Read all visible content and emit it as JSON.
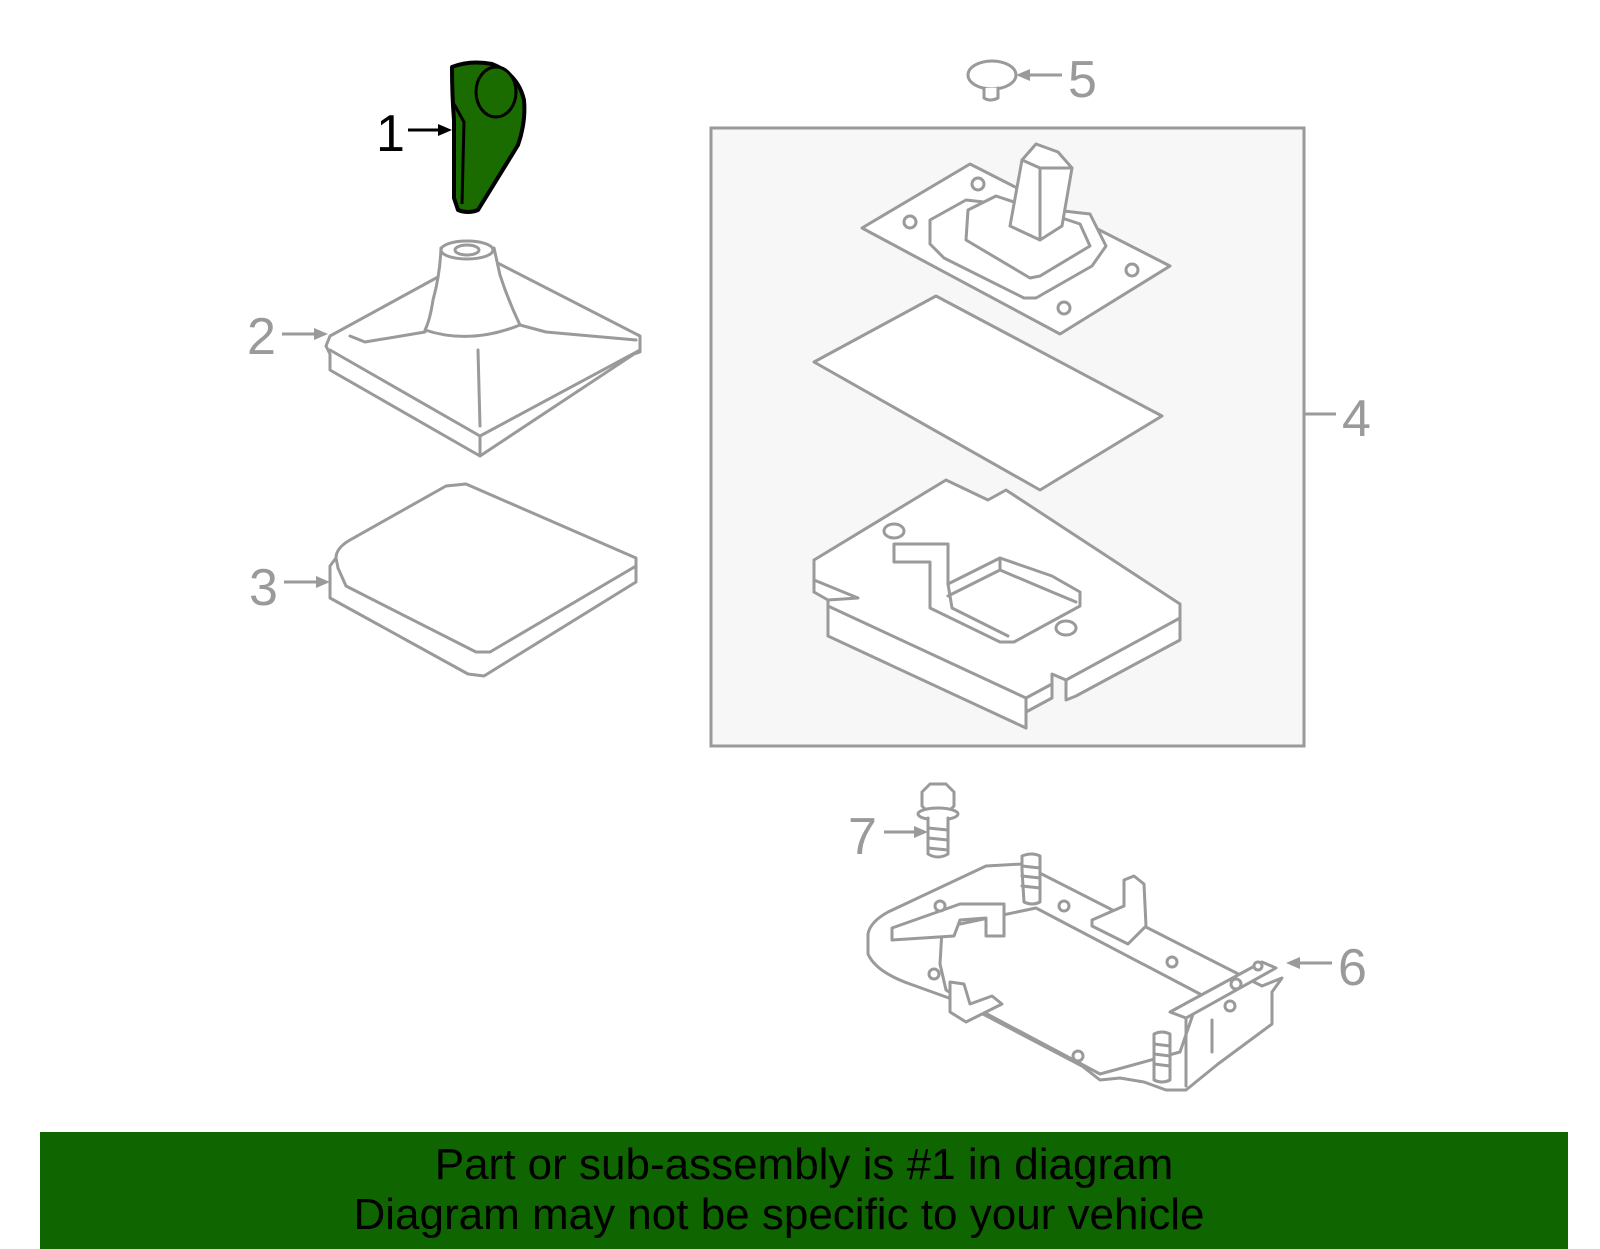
{
  "callouts": [
    {
      "id": 1,
      "label": "1"
    },
    {
      "id": 2,
      "label": "2"
    },
    {
      "id": 3,
      "label": "3"
    },
    {
      "id": 4,
      "label": "4"
    },
    {
      "id": 5,
      "label": "5"
    },
    {
      "id": 6,
      "label": "6"
    },
    {
      "id": 7,
      "label": "7"
    }
  ],
  "highlighted_part": "1",
  "banner": {
    "line1": "Part or sub-assembly is #1 in diagram",
    "line2": "Diagram may not be specific to your vehicle"
  },
  "colors": {
    "highlight_fill": "#1a6b00",
    "banner_background": "#0f6600",
    "line_gray": "#9a9a9a",
    "panel_fill": "#f7f7f7",
    "highlight_text": "#000000"
  }
}
